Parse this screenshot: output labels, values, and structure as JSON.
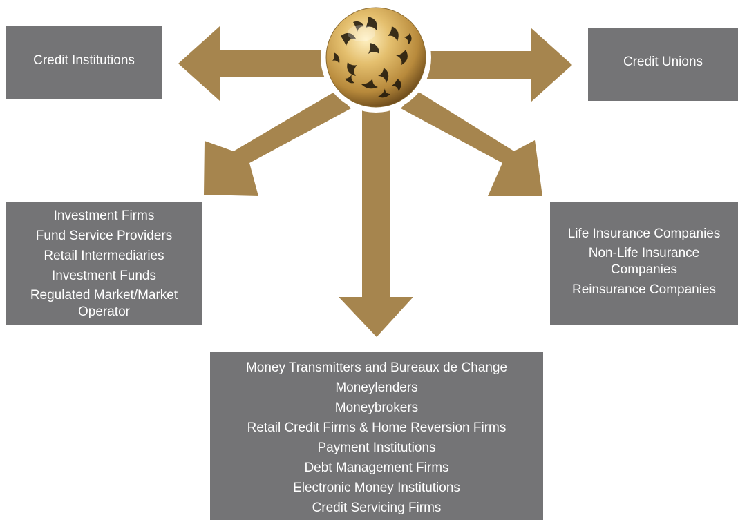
{
  "boxes": {
    "top_left": {
      "lines": [
        "Credit Institutions"
      ]
    },
    "top_right": {
      "lines": [
        "Credit Unions"
      ]
    },
    "middle_left": {
      "lines": [
        "Investment Firms",
        "Fund Service Providers",
        "Retail Intermediaries",
        "Investment Funds",
        "Regulated Market/Market Operator"
      ]
    },
    "middle_right": {
      "lines": [
        "Life Insurance Companies",
        "Non-Life Insurance Companies",
        "Reinsurance Companies"
      ]
    },
    "bottom": {
      "lines": [
        "Money Transmitters and Bureaux de Change",
        "Moneylenders",
        "Moneybrokers",
        "Retail Credit Firms & Home Reversion Firms",
        "Payment Institutions",
        "Debt Management Firms",
        "Electronic Money Institutions",
        "Credit Servicing Firms"
      ]
    }
  },
  "colors": {
    "arrow": "#a6854e",
    "box": "#747476",
    "text": "#ffffff",
    "globe_gold": "#d8b25e",
    "globe_dark": "#1c140a"
  },
  "icons": {
    "center": "gold-globe-icon"
  }
}
